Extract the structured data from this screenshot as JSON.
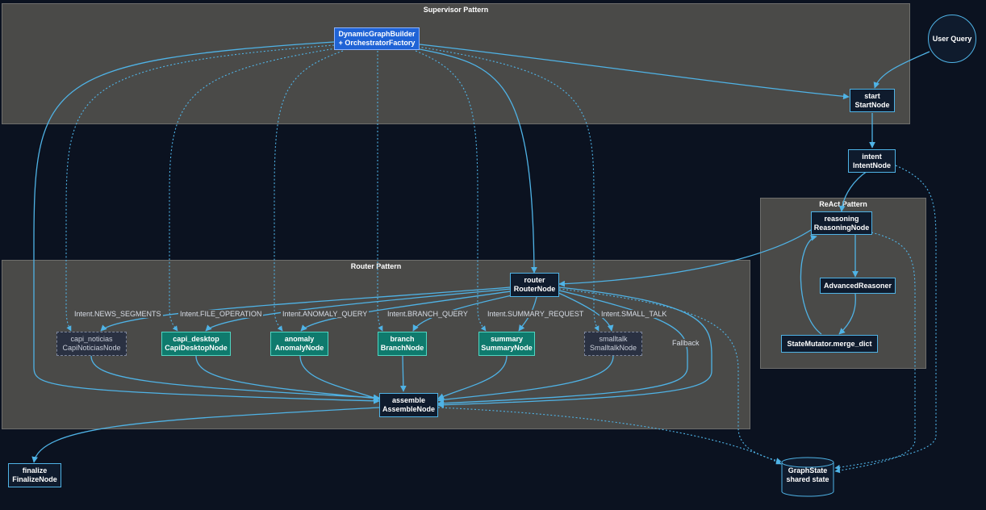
{
  "clusters": {
    "supervisor": "Supervisor Pattern",
    "router": "Router Pattern",
    "react": "ReAct Pattern"
  },
  "nodes": {
    "builder": {
      "line1": "DynamicGraphBuilder",
      "line2": "+ OrchestratorFactory"
    },
    "user_query": {
      "line1": "User Query"
    },
    "start": {
      "line1": "start",
      "line2": "StartNode"
    },
    "intent": {
      "line1": "intent",
      "line2": "IntentNode"
    },
    "reasoning": {
      "line1": "reasoning",
      "line2": "ReasoningNode"
    },
    "advanced": {
      "line1": "AdvancedReasoner"
    },
    "mutator": {
      "line1": "StateMutator.merge_dict"
    },
    "router": {
      "line1": "router",
      "line2": "RouterNode"
    },
    "capi_noticias": {
      "line1": "capi_noticias",
      "line2": "CapiNoticiasNode"
    },
    "capi_desktop": {
      "line1": "capi_desktop",
      "line2": "CapiDesktopNode"
    },
    "anomaly": {
      "line1": "anomaly",
      "line2": "AnomalyNode"
    },
    "branch": {
      "line1": "branch",
      "line2": "BranchNode"
    },
    "summary": {
      "line1": "summary",
      "line2": "SummaryNode"
    },
    "smalltalk": {
      "line1": "smalltalk",
      "line2": "SmalltalkNode"
    },
    "assemble": {
      "line1": "assemble",
      "line2": "AssembleNode"
    },
    "finalize": {
      "line1": "finalize",
      "line2": "FinalizeNode"
    },
    "graphstate": {
      "line1": "GraphState",
      "line2": "shared state"
    }
  },
  "edge_labels": {
    "news": "Intent.NEWS_SEGMENTS",
    "file": "Intent.FILE_OPERATION",
    "anomaly": "Intent.ANOMALY_QUERY",
    "branch": "Intent.BRANCH_QUERY",
    "summary": "Intent.SUMMARY_REQUEST",
    "smalltalk": "Intent.SMALL_TALK",
    "fallback": "Fallback"
  },
  "colors": {
    "background": "#0b1220",
    "cluster": "#4a4a48",
    "edge": "#4fb3e6",
    "builder": "#1f63d6",
    "agent": "#0f7a6d",
    "muted": "#2a3142"
  }
}
